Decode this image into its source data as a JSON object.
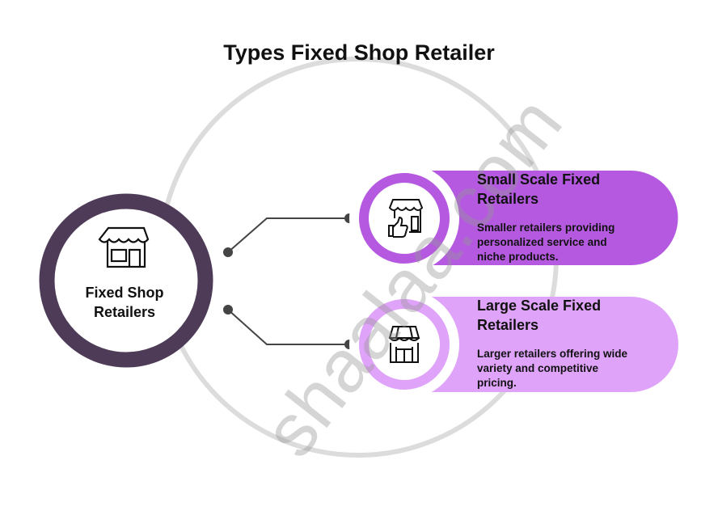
{
  "title": "Types Fixed Shop Retailer",
  "center": {
    "label_line1": "Fixed Shop",
    "label_line2": "Retailers",
    "icon": "store-icon",
    "color": "#4e3b58"
  },
  "items": [
    {
      "heading_line1": "Small Scale Fixed",
      "heading_line2": "Retailers",
      "desc_line1": "Smaller retailers providing",
      "desc_line2": "personalized service and",
      "desc_line3": "niche products.",
      "icon": "store-thumbs-up-icon",
      "color": "#b55ae0"
    },
    {
      "heading_line1": "Large Scale Fixed",
      "heading_line2": "Retailers",
      "desc_line1": "Larger retailers offering wide",
      "desc_line2": "variety and competitive",
      "desc_line3": "pricing.",
      "icon": "store-awning-icon",
      "color": "#dfa3f9"
    }
  ],
  "watermark": "shaalaa.com"
}
